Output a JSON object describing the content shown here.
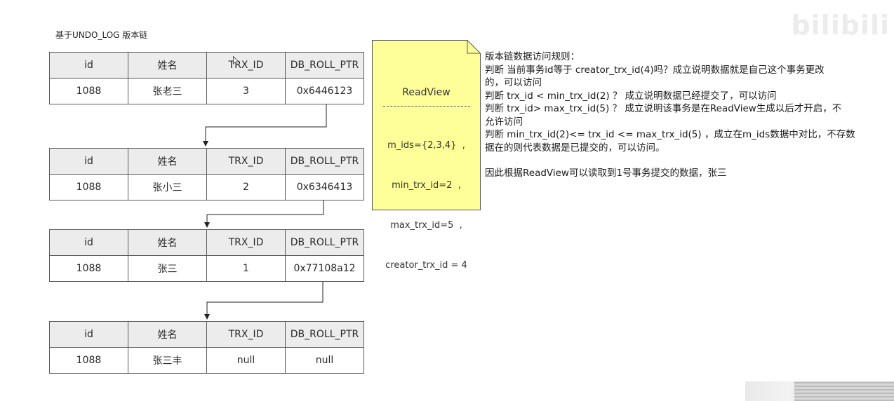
{
  "title": "基于UNDO_LOG 版本链",
  "version_chain": [
    {
      "headers": [
        "id",
        "姓名",
        "TRX_ID",
        "DB_ROLL_PTR"
      ],
      "row": [
        "1088",
        "张老三",
        "3",
        "0x6446123"
      ]
    },
    {
      "headers": [
        "id",
        "姓名",
        "TRX_ID",
        "DB_ROLL_PTR"
      ],
      "row": [
        "1088",
        "张小三",
        "2",
        "0x6346413"
      ]
    },
    {
      "headers": [
        "id",
        "姓名",
        "TRX_ID",
        "DB_ROLL_PTR"
      ],
      "row": [
        "1088",
        "张三",
        "1",
        "0x77108a12"
      ]
    },
    {
      "headers": [
        "id",
        "姓名",
        "TRX_ID",
        "DB_ROLL_PTR"
      ],
      "row": [
        "1088",
        "张三丰",
        "null",
        "null"
      ]
    }
  ],
  "readview": {
    "title": "ReadView",
    "lines": [
      "m_ids={2,3,4}  ,",
      "min_trx_id=2  ,",
      "max_trx_id=5  ,",
      "creator_trx_id = 4"
    ]
  },
  "rules": {
    "heading": "版本链数据访问规则：",
    "lines": [
      "判断 当前事务id等于 creator_trx_id(4)吗？成立说明数据就是自己这个事务更改",
      "的，可以访问",
      "判断 trx_id < min_trx_id(2) ？ 成立说明数据已经提交了，可以访问",
      "判断 trx_id> max_trx_id(5) ？ 成立说明该事务是在ReadView生成以后才开启，不",
      "允许访问",
      "判断 min_trx_id(2)<= trx_id <= max_trx_id(5) ，成立在m_ids数据中对比，不存数",
      "据在的则代表数据是已提交的，可以访问。"
    ],
    "conclusion": "因此根据ReadView可以读取到1号事务提交的数据，张三"
  },
  "watermark": "bilibili",
  "colors": {
    "note_fill": "#ffff99",
    "note_border": "#555555",
    "header_fill": "#ececec",
    "cell_border": "#5a5a5a"
  }
}
